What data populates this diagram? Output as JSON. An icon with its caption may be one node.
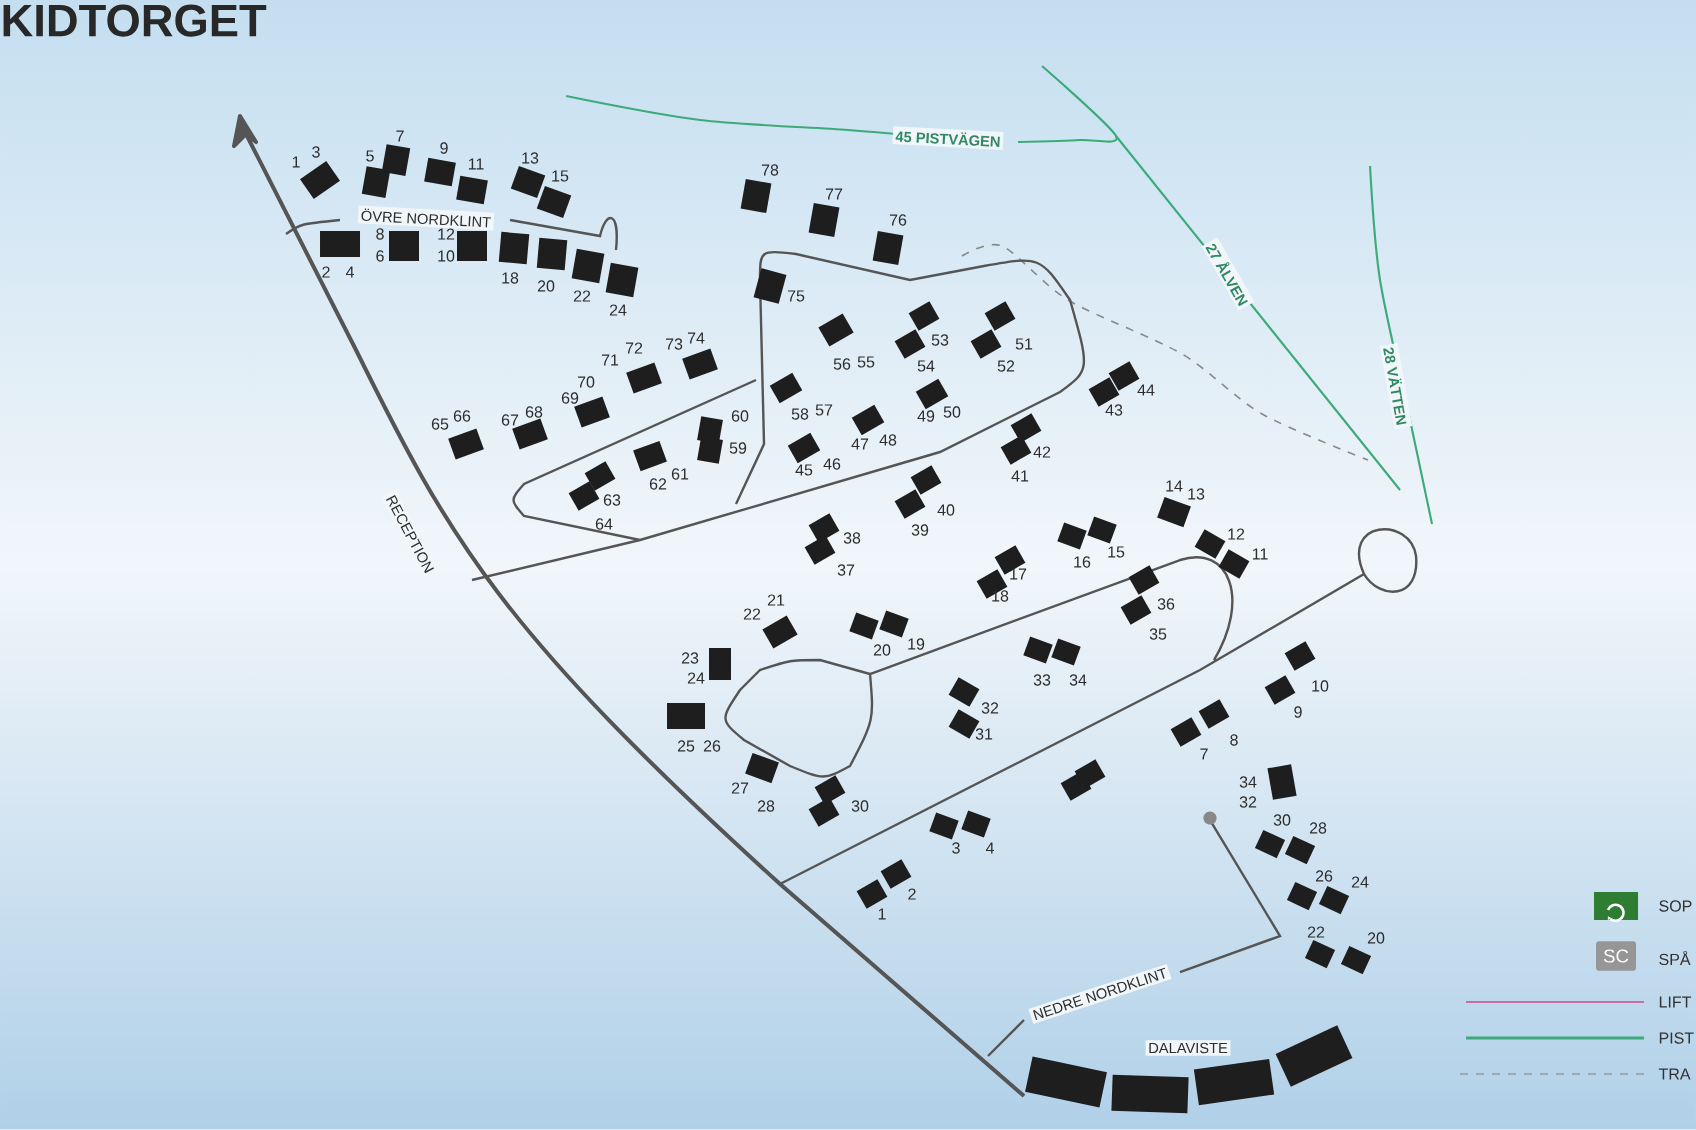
{
  "diagram": {
    "title": "KIDTORGET",
    "labels": [
      "45 PISTVÄGEN",
      "1",
      "3",
      "5",
      "7",
      "9",
      "11",
      "13",
      "15",
      "78",
      "77",
      "ÖVRE NORDKLINT",
      "76",
      "8",
      "12",
      "6",
      "10",
      "27 ÅLVEN",
      "2",
      "4",
      "18",
      "20",
      "22",
      "75",
      "24",
      "73",
      "74",
      "53",
      "51",
      "71",
      "72",
      "56",
      "55",
      "54",
      "52",
      "69",
      "70",
      "28 VÄTTEN",
      "43",
      "44",
      "65",
      "66",
      "67",
      "68",
      "58",
      "57",
      "60",
      "49",
      "50",
      "47",
      "48",
      "59",
      "42",
      "45",
      "46",
      "61",
      "62",
      "41",
      "14",
      "13",
      "63",
      "40",
      "64",
      "39",
      "RECEPTION",
      "38",
      "12",
      "16",
      "15",
      "11",
      "37",
      "17",
      "21",
      "18",
      "36",
      "22",
      "35",
      "20",
      "19",
      "23",
      "24",
      "33",
      "34",
      "10",
      "32",
      "9",
      "31",
      "8",
      "25",
      "26",
      "7",
      "34",
      "27",
      "28",
      "30",
      "32",
      "30",
      "28",
      "3",
      "4",
      "26",
      "24",
      "2",
      "1",
      "22",
      "20",
      "SC",
      "NEDRE NORDKLINT",
      "DALAVISTE"
    ],
    "legend": [
      {
        "text": "SOP"
      },
      {
        "text": "SPÅ"
      },
      {
        "text": "LIFT"
      },
      {
        "text": "PIST"
      },
      {
        "text": "TRA"
      }
    ]
  }
}
